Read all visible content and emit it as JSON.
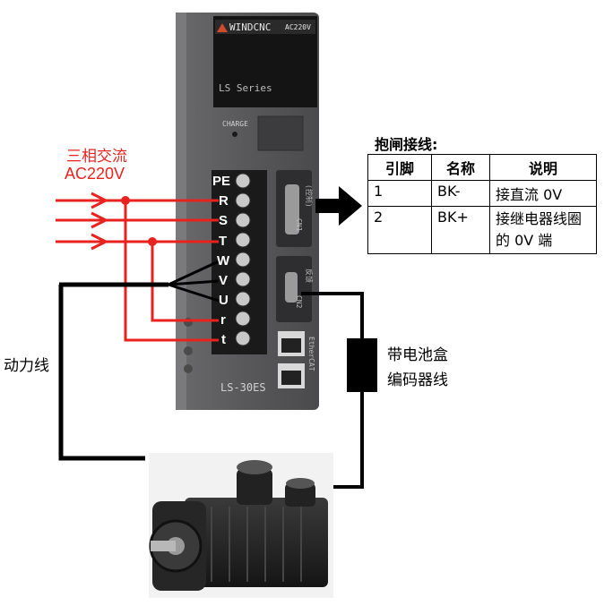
{
  "supply": {
    "line1": "三相交流",
    "line2": "AC220V"
  },
  "labels": {
    "power_cable": "动力线",
    "encoder_cable_1": "带电池盒",
    "encoder_cable_2": "编码器线"
  },
  "drive": {
    "brand": "WINDCNC",
    "voltage": "AC220V",
    "series": "LS Series",
    "charge": "CHARGE",
    "model": "LS-30ES",
    "cn1": "CN1",
    "cn1_tag": "(控制)",
    "cn2": "CN2",
    "cn2_tag": "反馈",
    "ethercat": "EtherCAT"
  },
  "terminals": [
    "PE",
    "R",
    "S",
    "T",
    "W",
    "V",
    "U",
    "r",
    "t"
  ],
  "brake_table": {
    "title": "抱闸接线:",
    "headers": [
      "引脚",
      "名称",
      "说明"
    ],
    "rows": [
      {
        "pin": "1",
        "name": "BK-",
        "desc": "接直流 0V"
      },
      {
        "pin": "2",
        "name": "BK+",
        "desc": "接继电器线圈的 0V 端"
      }
    ]
  },
  "colors": {
    "supply_wire": "#e8231f",
    "cable": "#000000",
    "drive_body": "#5a5a5c"
  }
}
